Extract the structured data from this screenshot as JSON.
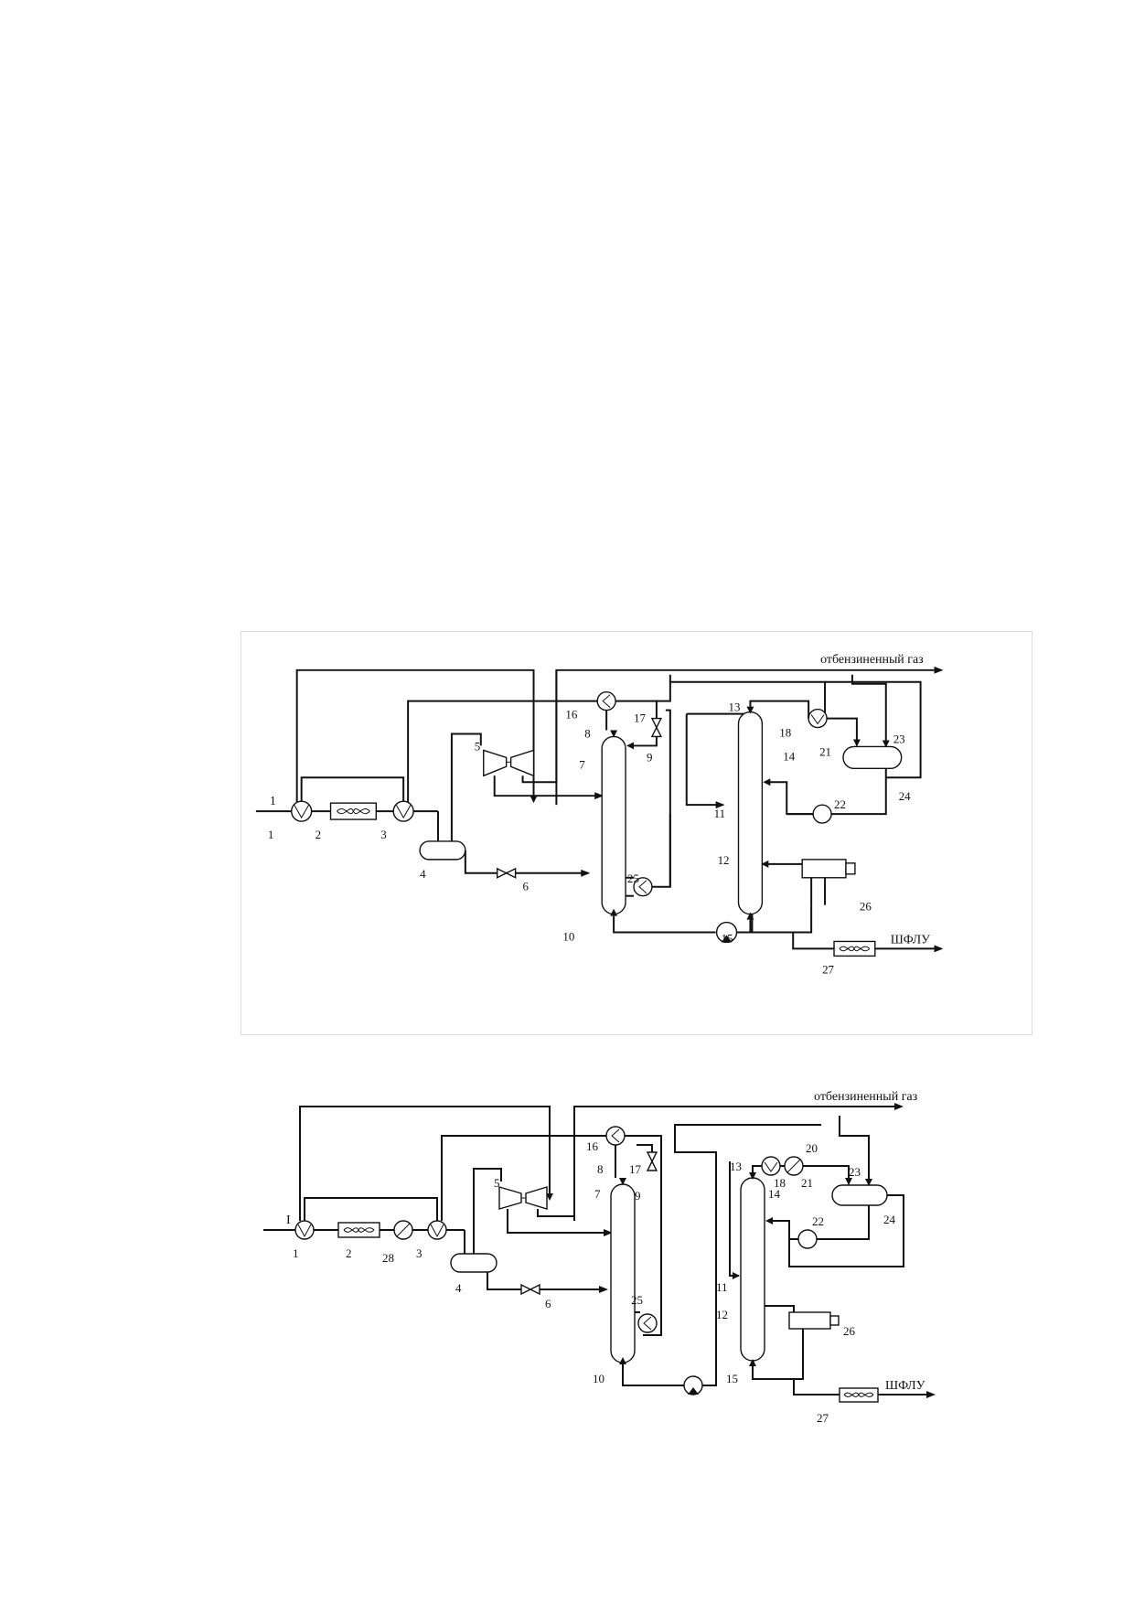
{
  "diagrams": [
    {
      "stream_labels": {
        "feed": "1",
        "stripped_gas": "отбензиненный газ",
        "ngl": "ШФЛУ"
      },
      "equipment_numbers": [
        "1",
        "2",
        "3",
        "4",
        "5",
        "6",
        "7",
        "8",
        "9",
        "10",
        "11",
        "12",
        "13",
        "14",
        "15",
        "16",
        "17",
        "18",
        "21",
        "22",
        "23",
        "24",
        "25",
        "26",
        "27"
      ]
    },
    {
      "stream_labels": {
        "feed": "I",
        "stripped_gas": "отбензиненный газ",
        "ngl": "ШФЛУ"
      },
      "equipment_numbers": [
        "1",
        "2",
        "28",
        "3",
        "4",
        "5",
        "6",
        "7",
        "8",
        "9",
        "10",
        "11",
        "12",
        "13",
        "14",
        "15",
        "16",
        "17",
        "18",
        "20",
        "21",
        "22",
        "23",
        "24",
        "25",
        "26",
        "27"
      ]
    }
  ]
}
